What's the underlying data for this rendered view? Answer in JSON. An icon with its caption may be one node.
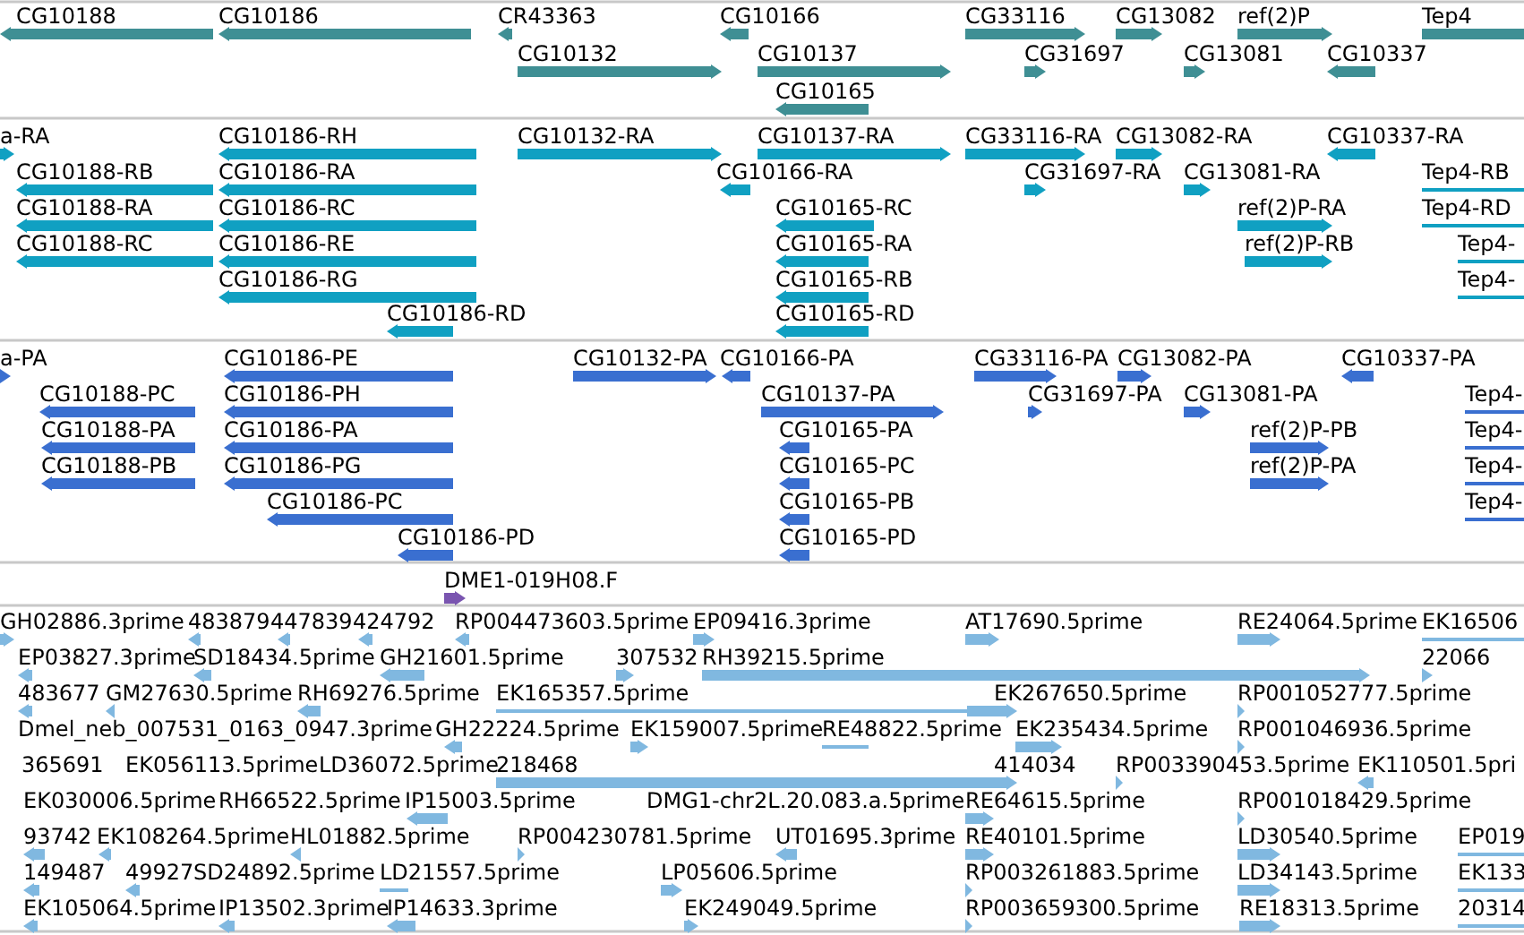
{
  "diagram": {
    "labels": [
      "CG10188",
      "CG10186",
      "CR43363",
      "CG10166",
      "CG33116",
      "CG13082",
      "ref(2)P",
      "Tep4",
      "CG10132",
      "CG10137",
      "CG31697",
      "CG13081",
      "CG10337",
      "CG10165",
      "a-RA",
      "CG10186-RH",
      "CG10132-RA",
      "CG10137-RA",
      "CG33116-RA",
      "CG13082-RA",
      "CG10337-RA",
      "CG10188-RB",
      "CG10186-RA",
      "CG10166-RA",
      "CG31697-RA",
      "CG13081-RA",
      "Tep4-RB",
      "CG10188-RA",
      "CG10186-RC",
      "CG10165-RC",
      "ref(2)P-RA",
      "Tep4-RD",
      "CG10188-RC",
      "CG10186-RE",
      "CG10165-RA",
      "ref(2)P-RB",
      "Tep4-",
      "CG10186-RG",
      "CG10165-RB",
      "Tep4-",
      "CG10186-RD",
      "CG10165-RD",
      "a-PA",
      "CG10186-PE",
      "CG10132-PA",
      "CG10166-PA",
      "CG33116-PA",
      "CG13082-PA",
      "CG10337-PA",
      "CG10188-PC",
      "CG10186-PH",
      "CG10137-PA",
      "CG31697-PA",
      "CG13081-PA",
      "Tep4-",
      "CG10188-PA",
      "CG10186-PA",
      "CG10165-PA",
      "ref(2)P-PB",
      "Tep4-",
      "CG10188-PB",
      "CG10186-PG",
      "CG10165-PC",
      "ref(2)P-PA",
      "Tep4-",
      "CG10186-PC",
      "CG10165-PB",
      "Tep4-",
      "CG10186-PD",
      "CG10165-PD",
      "DME1-019H08.F",
      "GH02886.3prime",
      "483879",
      "447839",
      "424792",
      "RP004473603.5prime",
      "EP09416.3prime",
      "AT17690.5prime",
      "RE24064.5prime",
      "EK16506",
      "EP03827.3prime",
      "SD18434.5prime",
      "GH21601.5prime",
      "307532",
      "RH39215.5prime",
      "22066",
      "483677",
      "GM27630.5prime",
      "RH69276.5prime",
      "EK165357.5prime",
      "EK267650.5prime",
      "RP001052777.5prime",
      "Dmel_neb_007531_0163_0947.3prime",
      "GH22224.5prime",
      "EK159007.5prime",
      "RE48822.5prime",
      "EK235434.5prime",
      "RP001046936.5prime",
      "365691",
      "EK056113.5prime",
      "LD36072.5prime",
      "218468",
      "414034",
      "RP003390453.5prime",
      "EK110501.5pri",
      "EK030006.5prime",
      "RH66522.5prime",
      "IP15003.5prime",
      "DMG1-chr2L.20.083.a.5prime",
      "RE64615.5prime",
      "RP001018429.5prime",
      "93742",
      "EK108264.5prime",
      "HL01882.5prime",
      "RP004230781.5prime",
      "UT01695.3prime",
      "RE40101.5prime",
      "LD30540.5prime",
      "EP019",
      "149487",
      "49927",
      "SD24892.5prime",
      "LD21557.5prime",
      "LP05606.5prime",
      "RP003261883.5prime",
      "LD34143.5prime",
      "EK133",
      "EK105064.5prime",
      "IP13502.3prime",
      "IP14633.3prime",
      "EK249049.5prime",
      "RP003659300.5prime",
      "RE18313.5prime",
      "20314"
    ]
  }
}
